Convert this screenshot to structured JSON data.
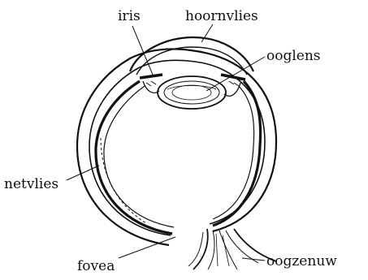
{
  "diagram": {
    "labels": {
      "iris": "iris",
      "cornea": "hoornvlies",
      "lens": "ooglens",
      "retina": "netvlies",
      "fovea": "fovea",
      "optic_nerve": "oogzenuw"
    }
  }
}
